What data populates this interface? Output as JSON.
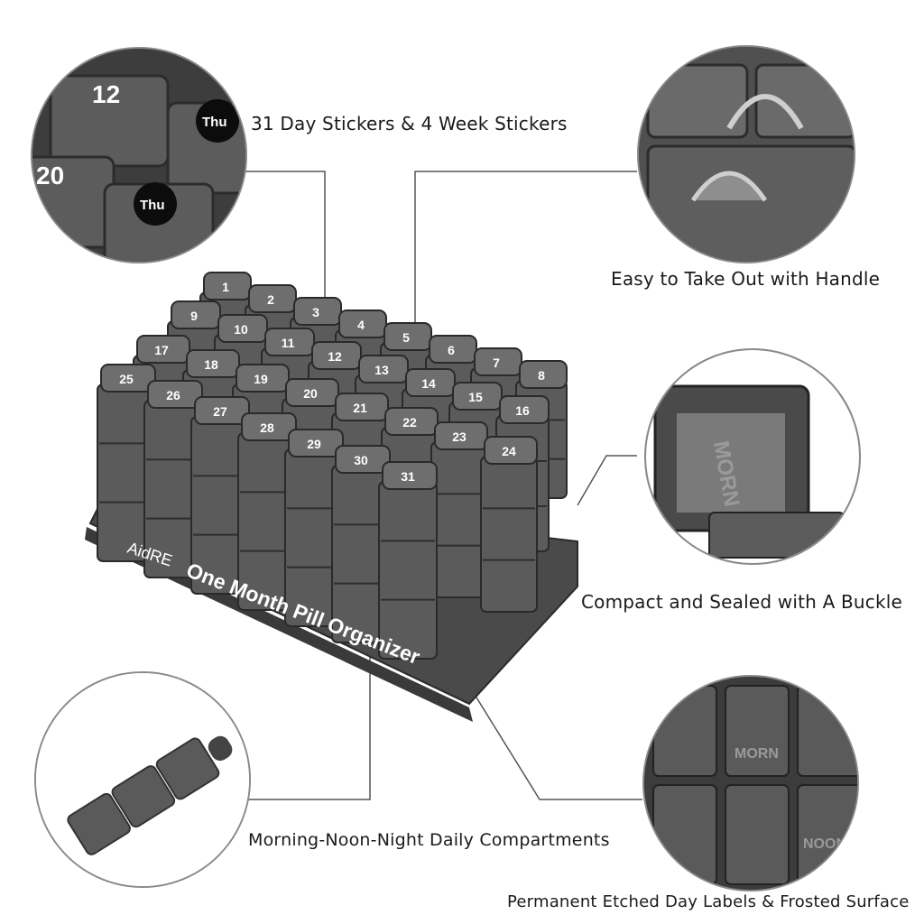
{
  "brand": "AidRE",
  "product_name": "One Month Pill Organizer",
  "callouts": {
    "stickers": "31 Day Stickers & 4 Week Stickers",
    "handle": "Easy to Take Out with Handle",
    "sealed": "Compact and Sealed with A Buckle",
    "compartments": "Morning-Noon-Night Daily Compartments",
    "etched": "Permanent Etched Day Labels & Frosted Surface"
  },
  "sticker_detail": {
    "num_a": "12",
    "num_b": "20",
    "day_a": "Thu",
    "day_b": "Thu"
  },
  "etched_labels": {
    "morn": "MORN",
    "noon": "NOON"
  },
  "day_numbers": [
    "1",
    "2",
    "3",
    "4",
    "5",
    "6",
    "7",
    "8",
    "9",
    "10",
    "11",
    "12",
    "13",
    "14",
    "15",
    "16",
    "17",
    "18",
    "19",
    "20",
    "21",
    "22",
    "23",
    "24",
    "25",
    "26",
    "27",
    "28",
    "29",
    "30",
    "31"
  ],
  "colors": {
    "case": "#5b5b5b",
    "case_dark": "#3c3c3c",
    "lid": "#6e6e6e",
    "tray": "#4a4a4a",
    "line": "#555555"
  }
}
